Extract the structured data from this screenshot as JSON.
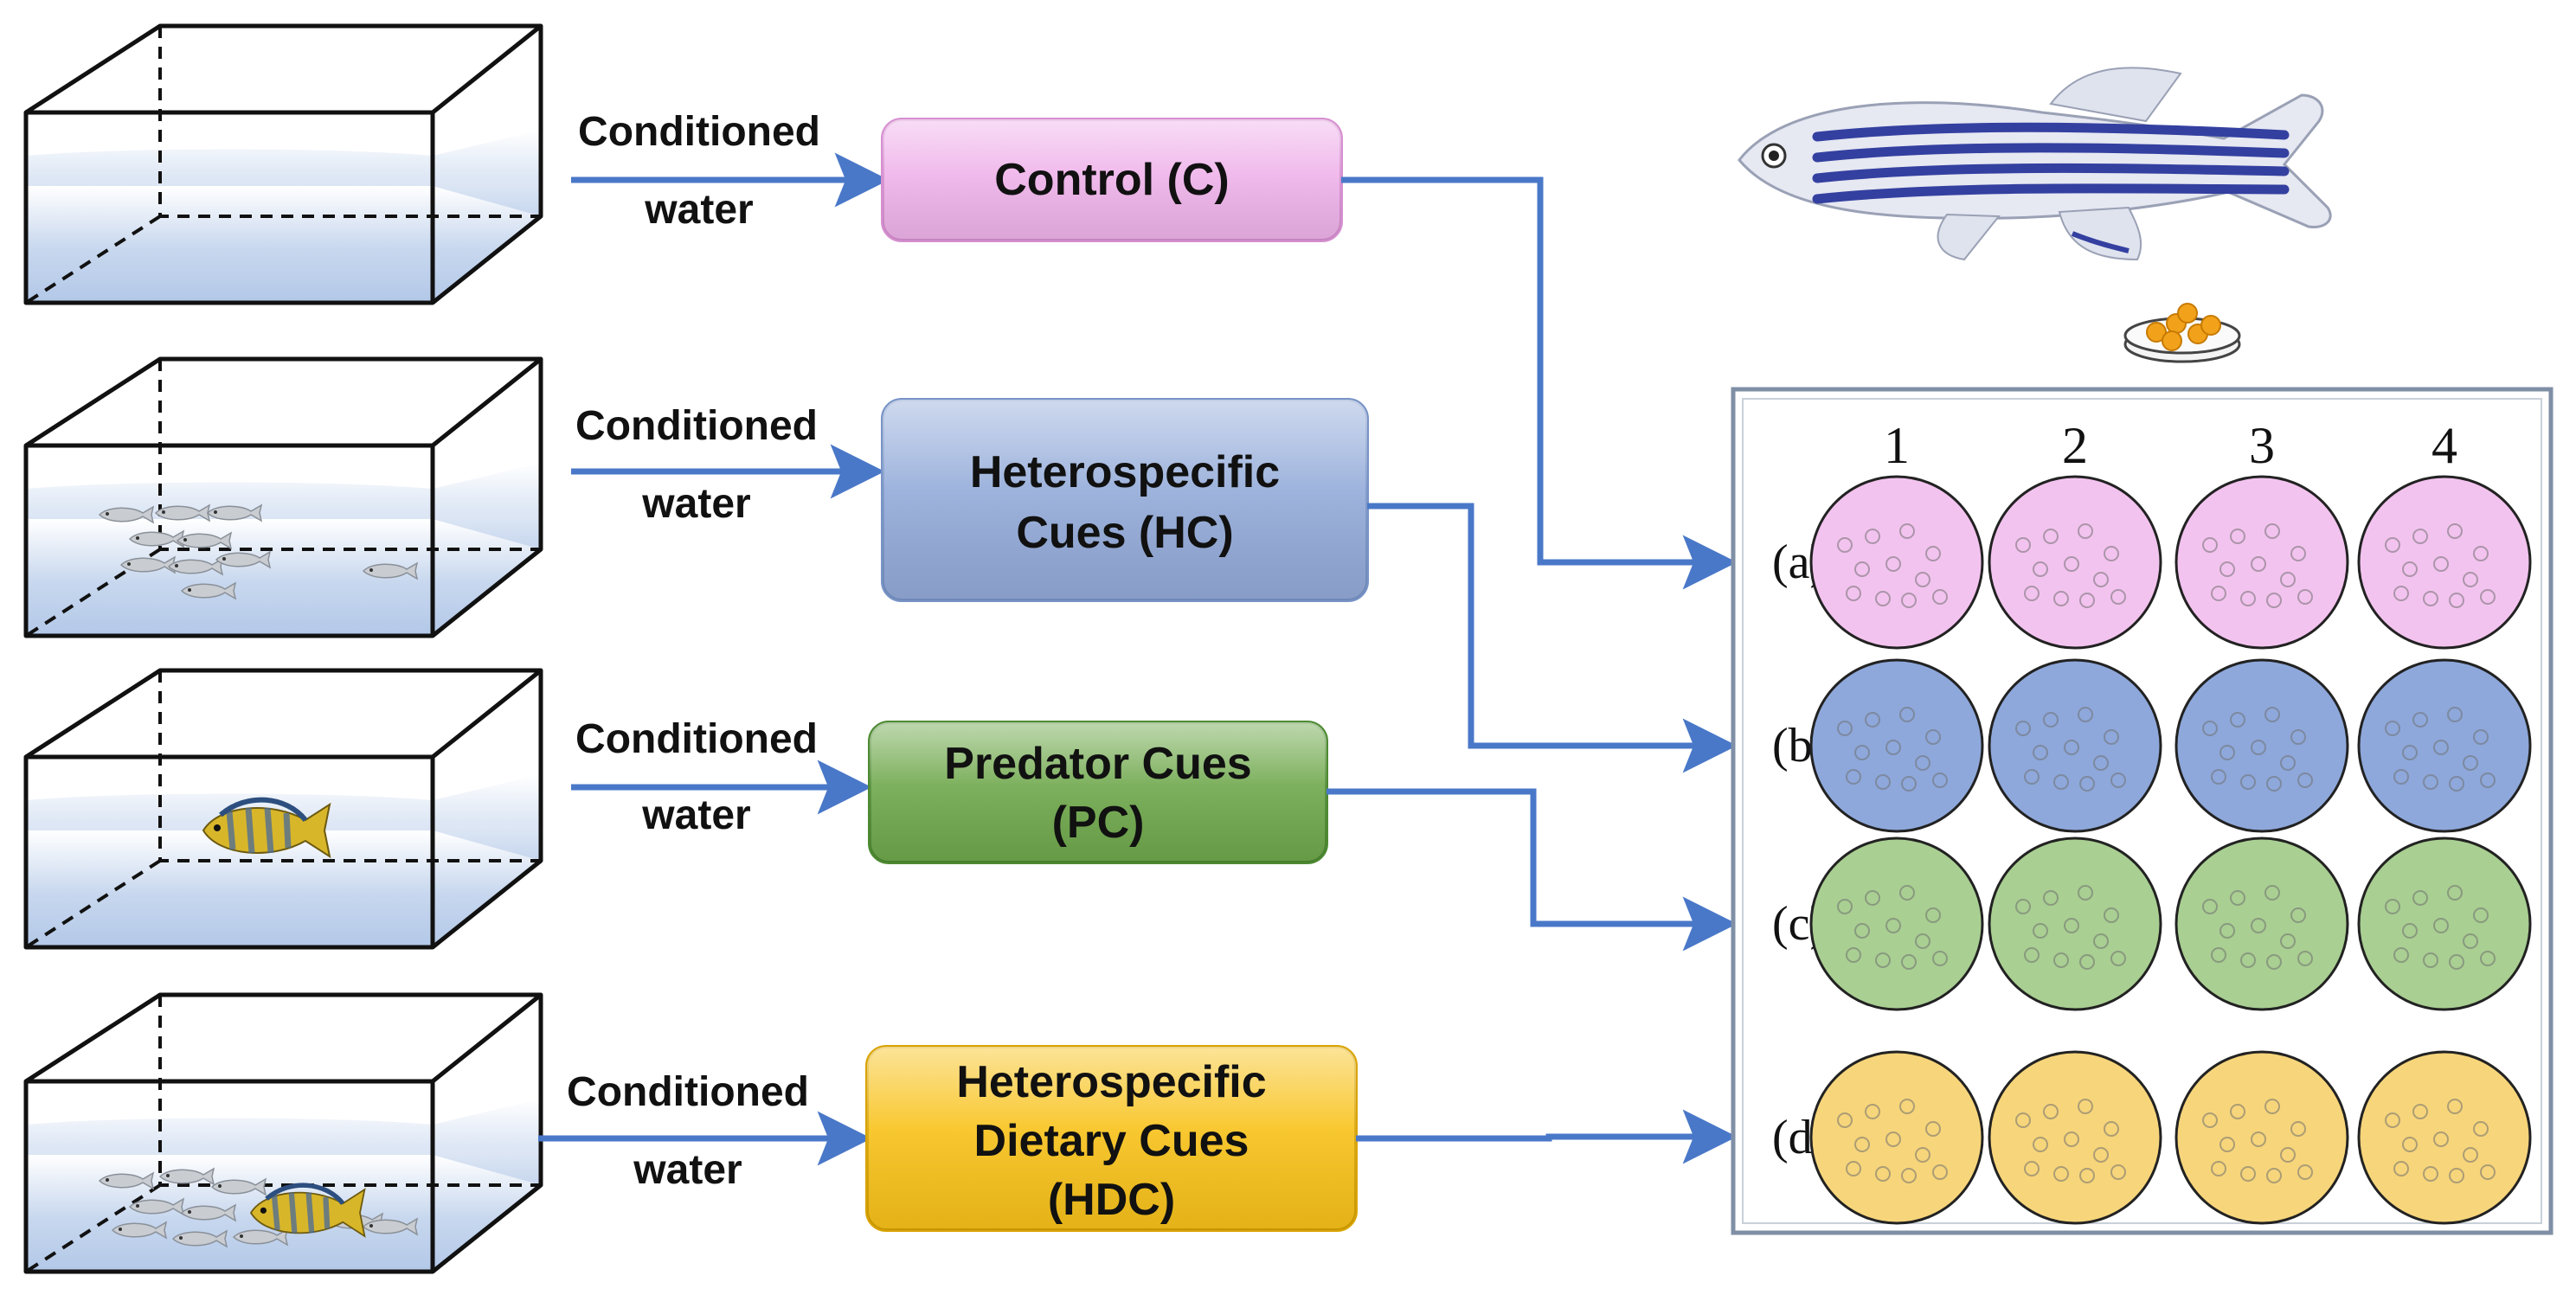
{
  "conditioned_labels": [
    {
      "line1": "Conditioned",
      "line2": "water"
    },
    {
      "line1": "Conditioned",
      "line2": "water"
    },
    {
      "line1": "Conditioned",
      "line2": "water"
    },
    {
      "line1": "Conditioned",
      "line2": "water"
    }
  ],
  "treatments": [
    {
      "lines": [
        "Control (C)"
      ],
      "fill": "#efb3ea",
      "stroke": "#d68fd0"
    },
    {
      "lines": [
        "Heterospecific",
        "Cues (HC)"
      ],
      "fill": "#93abd9",
      "stroke": "#7893c6"
    },
    {
      "lines": [
        "Predator Cues",
        "(PC)"
      ],
      "fill": "#6fa84c",
      "stroke": "#4d8a31"
    },
    {
      "lines": [
        "Heterospecific",
        "Dietary Cues",
        "(HDC)"
      ],
      "fill": "#f8c21a",
      "stroke": "#d9a300"
    }
  ],
  "plate": {
    "columns": [
      "1",
      "2",
      "3",
      "4"
    ],
    "rows": [
      {
        "label": "(a)",
        "color": "#f3c3ef"
      },
      {
        "label": "(b)",
        "color": "#8ea8db"
      },
      {
        "label": "(c)",
        "color": "#a9cf92"
      },
      {
        "label": "(d)",
        "color": "#f7d57b"
      }
    ]
  },
  "colors": {
    "arrow": "#4a78c8",
    "tank_water": "#b8cdea",
    "plate_border": "#7f8fa6"
  },
  "icons": {
    "zebrafish": "zebrafish-illustration",
    "petri_dish": "petri-dish-with-embryos",
    "heterospecific_fish": "small-grey-fish",
    "predator_fish": "yellow-cichlid"
  }
}
